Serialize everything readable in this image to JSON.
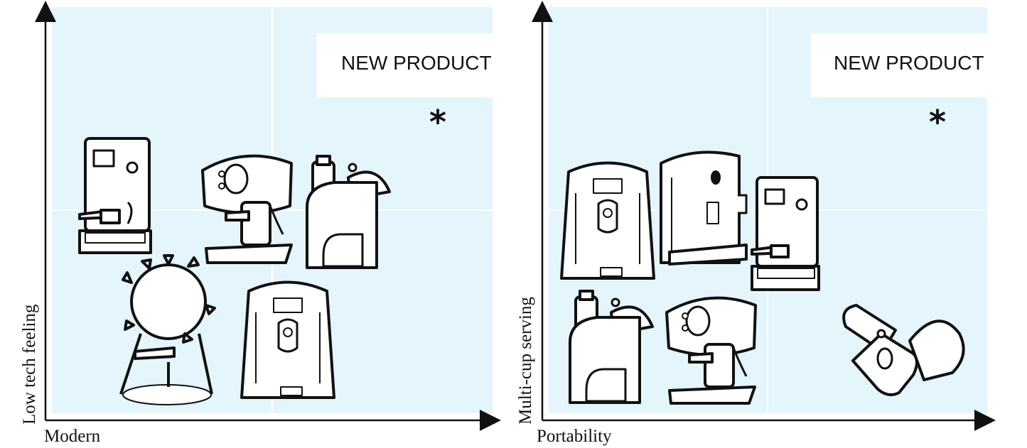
{
  "colors": {
    "quadrant_bg": "#e4f5fc",
    "gridline": "#ffffff",
    "axis": "#111111"
  },
  "panels": [
    {
      "x_label": "Modern",
      "y_label": "Low tech feeling",
      "highlight_label": "NEW PRODUCT",
      "marker": "*",
      "items": [
        "espresso-machine-icon",
        "compact-espresso-icon",
        "capsule-machine-icon",
        "spiked-sphere-brewer-icon",
        "automatic-coffee-maker-icon"
      ]
    },
    {
      "x_label": "Portability",
      "y_label": "Multi-cup serving",
      "highlight_label": "NEW PRODUCT",
      "marker": "*",
      "items": [
        "automatic-coffee-maker-icon",
        "bean-to-cup-machine-icon",
        "espresso-machine-icon",
        "capsule-machine-icon",
        "compact-espresso-icon",
        "handheld-espresso-icon"
      ]
    }
  ]
}
